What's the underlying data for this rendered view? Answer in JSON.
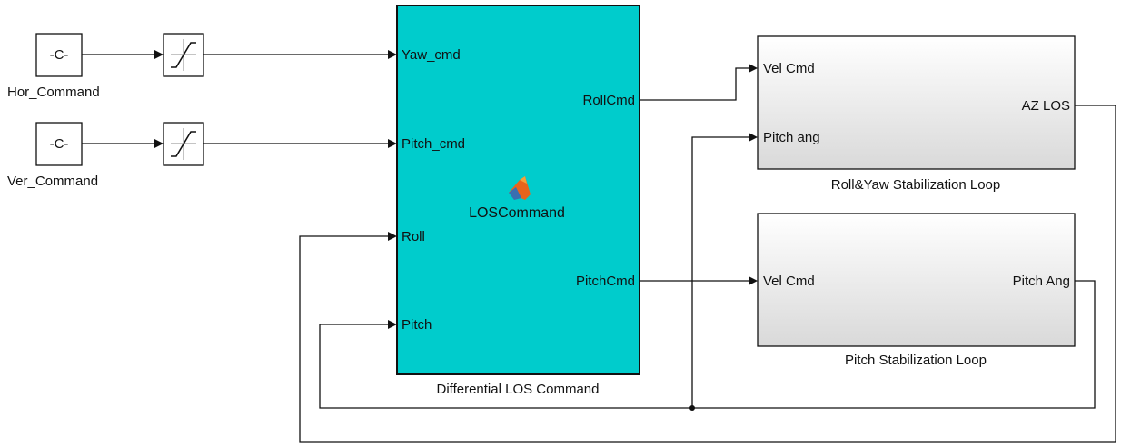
{
  "blocks": {
    "hor_const": {
      "text": "-C-",
      "label": "Hor_Command"
    },
    "ver_const": {
      "text": "-C-",
      "label": "Ver_Command"
    },
    "matlab_fn": {
      "title": "LOSCommand",
      "label": "Differential LOS Command",
      "inputs": [
        "Yaw_cmd",
        "Pitch_cmd",
        "Roll",
        "Pitch"
      ],
      "outputs": [
        "RollCmd",
        "PitchCmd"
      ],
      "color": "#00cccc"
    },
    "roll_yaw_loop": {
      "label": "Roll&Yaw Stabilization Loop",
      "inputs": [
        "Vel Cmd",
        "Pitch ang"
      ],
      "outputs": [
        "AZ LOS"
      ]
    },
    "pitch_loop": {
      "label": "Pitch Stabilization Loop",
      "inputs": [
        "Vel Cmd"
      ],
      "outputs": [
        "Pitch Ang"
      ]
    }
  },
  "icons": {
    "saturation": "saturation-icon",
    "matlab": "matlab-logo-icon"
  }
}
